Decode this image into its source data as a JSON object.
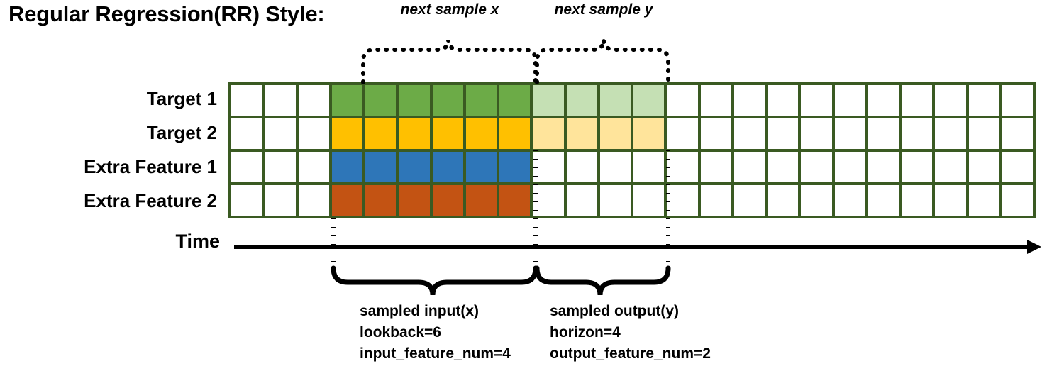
{
  "title": "Regular Regression(RR) Style:",
  "rows": [
    {
      "label": "Target 1",
      "color_key": "green"
    },
    {
      "label": "Target 2",
      "color_key": "yellow"
    },
    {
      "label": "Extra Feature 1",
      "color_key": "blue"
    },
    {
      "label": "Extra Feature 2",
      "color_key": "orange"
    }
  ],
  "time_axis": {
    "label": "Time",
    "arrow": "right-arrow-icon"
  },
  "grid": {
    "total_columns": 24,
    "pad_columns": 3,
    "input_columns": 6,
    "output_columns": 4,
    "tail_columns": 11
  },
  "colors": {
    "border": "#3a5a22",
    "empty": "#ffffff",
    "green": "#6cab47",
    "green_light": "#c5e0b4",
    "yellow": "#ffc000",
    "yellow_light": "#ffe49b",
    "blue": "#2e76b8",
    "orange": "#c35313",
    "axis": "#000000"
  },
  "top_annotations": [
    {
      "label": "next sample x",
      "name": "next-sample-x"
    },
    {
      "label": "next sample y",
      "name": "next-sample-y"
    }
  ],
  "bottom_annotations": [
    {
      "name": "sampled-input",
      "lines": [
        "sampled input(x)",
        "lookback=6",
        "input_feature_num=4"
      ]
    },
    {
      "name": "sampled-output",
      "lines": [
        "sampled output(y)",
        "horizon=4",
        "output_feature_num=2"
      ]
    }
  ],
  "chart_data": {
    "type": "heatmap",
    "title": "Regular Regression(RR) Style:",
    "xlabel": "Time",
    "ylabel": "",
    "categories": [
      "Target 1",
      "Target 2",
      "Extra Feature 1",
      "Extra Feature 2"
    ],
    "legend": [
      "next sample x",
      "next sample y",
      "sampled input(x)",
      "sampled output(y)"
    ],
    "annotations": [
      "lookback=6",
      "horizon=4",
      "input_feature_num=4",
      "output_feature_num=2"
    ],
    "series": [
      {
        "name": "Target 1",
        "values": [
          0,
          0,
          0,
          1,
          1,
          1,
          1,
          1,
          1,
          2,
          2,
          2,
          2,
          0,
          0,
          0,
          0,
          0,
          0,
          0,
          0,
          0,
          0,
          0
        ]
      },
      {
        "name": "Target 2",
        "values": [
          0,
          0,
          0,
          1,
          1,
          1,
          1,
          1,
          1,
          2,
          2,
          2,
          2,
          0,
          0,
          0,
          0,
          0,
          0,
          0,
          0,
          0,
          0,
          0
        ]
      },
      {
        "name": "Extra Feature 1",
        "values": [
          0,
          0,
          0,
          1,
          1,
          1,
          1,
          1,
          1,
          0,
          0,
          0,
          0,
          0,
          0,
          0,
          0,
          0,
          0,
          0,
          0,
          0,
          0,
          0
        ]
      },
      {
        "name": "Extra Feature 2",
        "values": [
          0,
          0,
          0,
          1,
          1,
          1,
          1,
          1,
          1,
          0,
          0,
          0,
          0,
          0,
          0,
          0,
          0,
          0,
          0,
          0,
          0,
          0,
          0,
          0
        ]
      }
    ],
    "value_legend": {
      "0": "empty",
      "1": "input (dark fill)",
      "2": "output (light fill)"
    }
  }
}
